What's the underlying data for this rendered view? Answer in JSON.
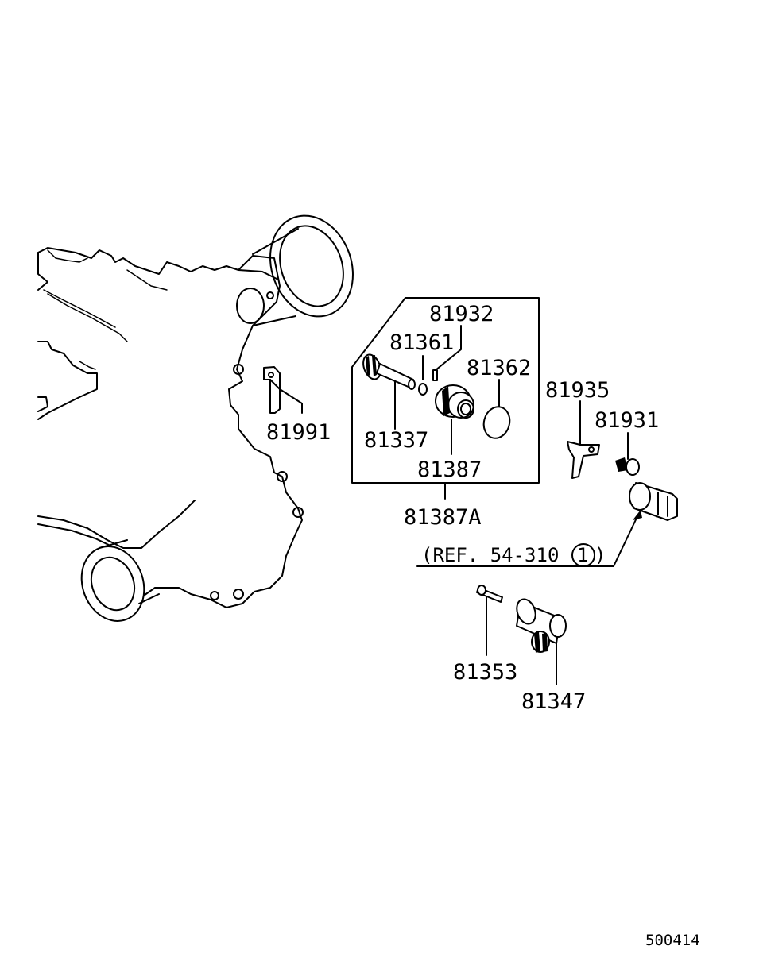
{
  "diagram": {
    "kit_label": "81387A",
    "parts": [
      {
        "id": "p81932",
        "number": "81932"
      },
      {
        "id": "p81361",
        "number": "81361"
      },
      {
        "id": "p81362",
        "number": "81362"
      },
      {
        "id": "p81337",
        "number": "81337"
      },
      {
        "id": "p81387",
        "number": "81387"
      },
      {
        "id": "p81935",
        "number": "81935"
      },
      {
        "id": "p81931",
        "number": "81931"
      },
      {
        "id": "p81991",
        "number": "81991"
      },
      {
        "id": "p81353",
        "number": "81353"
      },
      {
        "id": "p81347",
        "number": "81347"
      }
    ],
    "reference": {
      "text": "(REF. 54-310",
      "circled": "1",
      "close": ")"
    },
    "catalog_id": "500414"
  }
}
